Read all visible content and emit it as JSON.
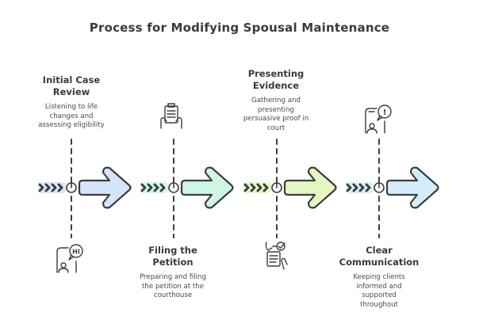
{
  "title": "Process for Modifying Spousal Maintenance",
  "steps": [
    {
      "heading_lines": [
        "Initial Case",
        "Review"
      ],
      "description_lines": [
        "Listening to life",
        "changes and",
        "assessing eligibility"
      ],
      "position": "top",
      "icon": "phone-chat-hi-icon",
      "icon_position": "bottom",
      "arrow_color": "#d6e4fb"
    },
    {
      "heading_lines": [
        "Filing the",
        "Petition"
      ],
      "description_lines": [
        "Preparing and filing",
        "the petition at the",
        "courthouse"
      ],
      "position": "bottom",
      "icon": "document-in-hands-icon",
      "icon_position": "top",
      "arrow_color": "#cdf7e4"
    },
    {
      "heading_lines": [
        "Presenting",
        "Evidence"
      ],
      "description_lines": [
        "Gathering and",
        "presenting",
        "persuasive proof in",
        "court"
      ],
      "position": "top",
      "icon": "checklist-approval-icon",
      "icon_position": "bottom",
      "arrow_color": "#e2f7c2"
    },
    {
      "heading_lines": [
        "Clear",
        "Communication"
      ],
      "description_lines": [
        "Keeping clients",
        "informed and",
        "supported",
        "throughout"
      ],
      "position": "bottom",
      "icon": "phone-alert-message-icon",
      "icon_position": "top",
      "arrow_color": "#d3eefa"
    }
  ],
  "icon_text": {
    "hi": "HI",
    "alert": "!"
  },
  "colors": {
    "stroke": "#3d3d3d",
    "text": "#3a3a3a"
  }
}
